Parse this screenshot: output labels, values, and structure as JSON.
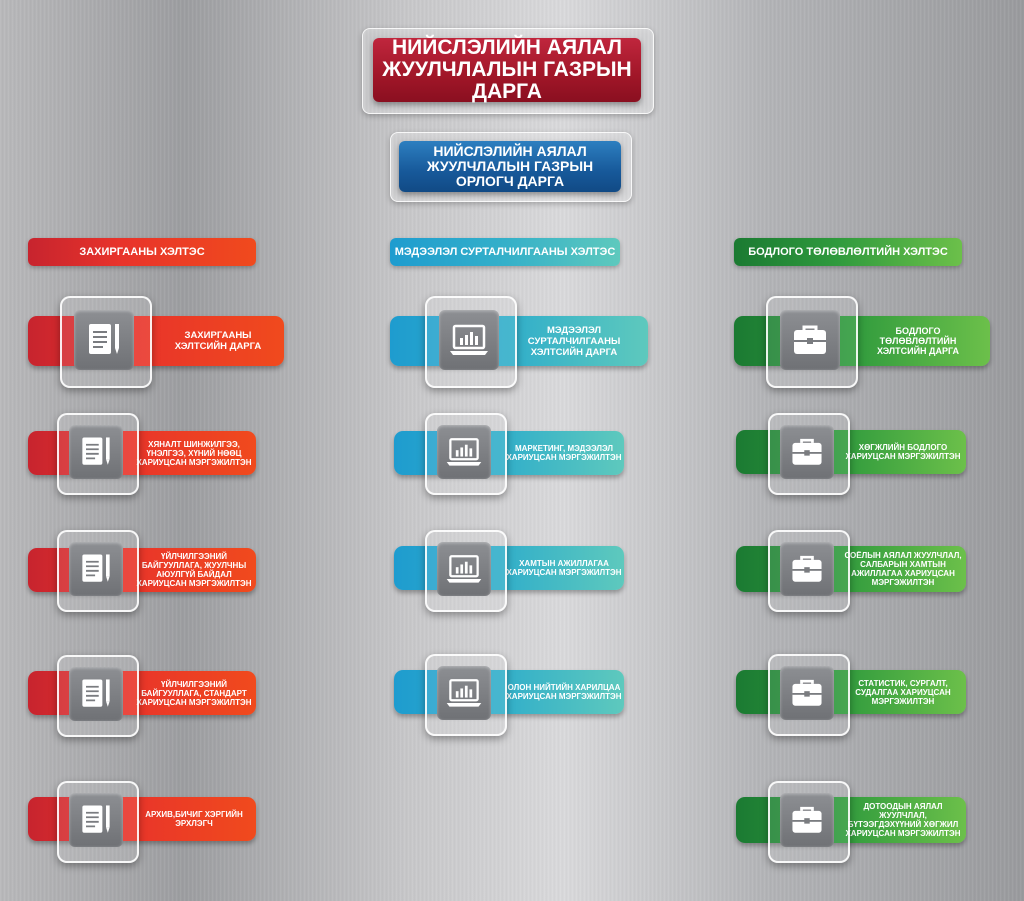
{
  "header": {
    "title": "НИЙСЛЭЛИЙН АЯЛАЛ ЖУУЛЧЛАЛЫН ГАЗРЫН ДАРГА",
    "deputy": "НИЙСЛЭЛИЙН АЯЛАЛ ЖУУЛЧЛАЛЫН ГАЗРЫН ОРЛОГЧ ДАРГА"
  },
  "departments": [
    {
      "name": "ЗАХИРГААНЫ ХЭЛТЭС",
      "color": "#e8332b",
      "icon": "document-pen-icon",
      "positions": [
        "ЗАХИРГААНЫ ХЭЛТСИЙН ДАРГА",
        "ХЯНАЛТ ШИНЖИЛГЭЭ, ҮНЭЛГЭЭ, ХҮНИЙ НӨӨЦ ХАРИУЦСАН МЭРГЭЖИЛТЭН",
        "ҮЙЛЧИЛГЭЭНИЙ БАЙГУУЛЛАГА, ЖУУЛЧНЫ АЮУЛГҮЙ БАЙДАЛ ХАРИУЦСАН МЭРГЭЖИЛТЭН",
        "ҮЙЛЧИЛГЭЭНИЙ БАЙГУУЛЛАГА, СТАНДАРТ ХАРИУЦСАН МЭРГЭЖИЛТЭН",
        "АРХИВ,БИЧИГ ХЭРГИЙН ЭРХЛЭГЧ"
      ]
    },
    {
      "name": "МЭДЭЭЛЭЛ СУРТАЛЧИЛГААНЫ ХЭЛТЭС",
      "color": "#34b0c9",
      "icon": "laptop-chart-icon",
      "positions": [
        "МЭДЭЭЛЭЛ СУРТАЛЧИЛГААНЫ ХЭЛТСИЙН ДАРГА",
        "МАРКЕТИНГ, МЭДЭЭЛЭЛ ХАРИУЦСАН МЭРГЭЖИЛТЭН",
        "ХАМТЫН АЖИЛЛАГАА ХАРИУЦСАН МЭРГЭЖИЛТЭН",
        "ОЛОН НИЙТИЙН ХАРИЛЦАА ХАРИУЦСАН МЭРГЭЖИЛТЭН"
      ]
    },
    {
      "name": "БОДЛОГО ТӨЛӨВЛӨЛТИЙН ХЭЛТЭС",
      "color": "#2f9a3d",
      "icon": "briefcase-icon",
      "positions": [
        "БОДЛОГО ТӨЛӨВЛӨЛТИЙН ХЭЛТСИЙН ДАРГА",
        "ХӨГЖЛИЙН БОДЛОГО ХАРИУЦСАН МЭРГЭЖИЛТЭН",
        "СОЁЛЫН АЯЛАЛ ЖУУЛЧЛАЛ, САЛБАРЫН ХАМТЫН АЖИЛЛАГАА ХАРИУЦСАН МЭРГЭЖИЛТЭН",
        "СТАТИСТИК, СУРГАЛТ, СУДАЛГАА ХАРИУЦСАН МЭРГЭЖИЛТЭН",
        "ДОТООДЫН АЯЛАЛ ЖУУЛЧЛАЛ, БҮТЭЭГДЭХҮҮНИЙ ХӨГЖИЛ ХАРИУЦСАН МЭРГЭЖИЛТЭН"
      ]
    }
  ]
}
